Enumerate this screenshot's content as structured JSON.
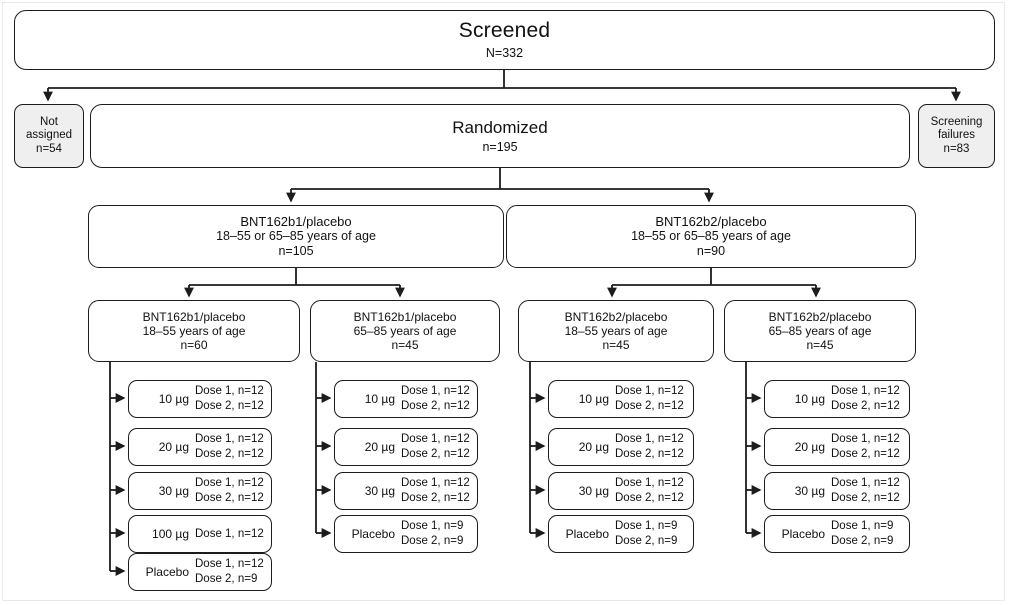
{
  "diagram": {
    "type": "clinical-trial-flow-diagram",
    "tier0": {
      "title": "Screened",
      "count": "N=332"
    },
    "tier1": {
      "not_assigned": {
        "line1": "Not",
        "line2": "assigned",
        "count": "n=54"
      },
      "randomized": {
        "title": "Randomized",
        "count": "n=195"
      },
      "screening_failures": {
        "line1": "Screening",
        "line2": "failures",
        "count": "n=83"
      }
    },
    "tier2": [
      {
        "name": "BNT162b1/placebo",
        "age": "18–55 or 65–85 years of age",
        "count": "n=105"
      },
      {
        "name": "BNT162b2/placebo",
        "age": "18–55 or 65–85 years of age",
        "count": "n=90"
      }
    ],
    "tier3": [
      {
        "name": "BNT162b1/placebo",
        "age": "18–55 years of age",
        "count": "n=60"
      },
      {
        "name": "BNT162b1/placebo",
        "age": "65–85 years of age",
        "count": "n=45"
      },
      {
        "name": "BNT162b2/placebo",
        "age": "18–55 years of age",
        "count": "n=45"
      },
      {
        "name": "BNT162b2/placebo",
        "age": "65–85 years of age",
        "count": "n=45"
      }
    ],
    "leaf_columns": [
      {
        "parent": "BNT162b1/placebo 18–55 years of age",
        "arms": [
          {
            "dose": "10 µg",
            "dose1": "Dose 1, n=12",
            "dose2": "Dose 2, n=12"
          },
          {
            "dose": "20 µg",
            "dose1": "Dose 1, n=12",
            "dose2": "Dose 2, n=12"
          },
          {
            "dose": "30 µg",
            "dose1": "Dose 1, n=12",
            "dose2": "Dose 2, n=12"
          },
          {
            "dose": "100 µg",
            "dose1": "Dose 1, n=12",
            "dose2": ""
          },
          {
            "dose": "Placebo",
            "dose1": "Dose 1, n=12",
            "dose2": "Dose 2, n=9"
          }
        ]
      },
      {
        "parent": "BNT162b1/placebo 65–85 years of age",
        "arms": [
          {
            "dose": "10 µg",
            "dose1": "Dose 1, n=12",
            "dose2": "Dose 2, n=12"
          },
          {
            "dose": "20 µg",
            "dose1": "Dose 1, n=12",
            "dose2": "Dose 2, n=12"
          },
          {
            "dose": "30 µg",
            "dose1": "Dose 1, n=12",
            "dose2": "Dose 2, n=12"
          },
          {
            "dose": "Placebo",
            "dose1": "Dose 1, n=9",
            "dose2": "Dose 2, n=9"
          }
        ]
      },
      {
        "parent": "BNT162b2/placebo 18–55 years of age",
        "arms": [
          {
            "dose": "10 µg",
            "dose1": "Dose 1, n=12",
            "dose2": "Dose 2, n=12"
          },
          {
            "dose": "20 µg",
            "dose1": "Dose 1, n=12",
            "dose2": "Dose 2, n=12"
          },
          {
            "dose": "30 µg",
            "dose1": "Dose 1, n=12",
            "dose2": "Dose 2, n=12"
          },
          {
            "dose": "Placebo",
            "dose1": "Dose 1, n=9",
            "dose2": "Dose 2, n=9"
          }
        ]
      },
      {
        "parent": "BNT162b2/placebo 65–85 years of age",
        "arms": [
          {
            "dose": "10 µg",
            "dose1": "Dose 1, n=12",
            "dose2": "Dose 2, n=12"
          },
          {
            "dose": "20 µg",
            "dose1": "Dose 1, n=12",
            "dose2": "Dose 2, n=12"
          },
          {
            "dose": "30 µg",
            "dose1": "Dose 1, n=12",
            "dose2": "Dose 2, n=12"
          },
          {
            "dose": "Placebo",
            "dose1": "Dose 1, n=9",
            "dose2": "Dose 2, n=9"
          }
        ]
      }
    ],
    "colors": {
      "box_border": "#1c1c1c",
      "box_fill": "#ffffff",
      "side_box_fill": "#efefef",
      "connector": "#1c1c1c",
      "text": "#111111"
    }
  }
}
